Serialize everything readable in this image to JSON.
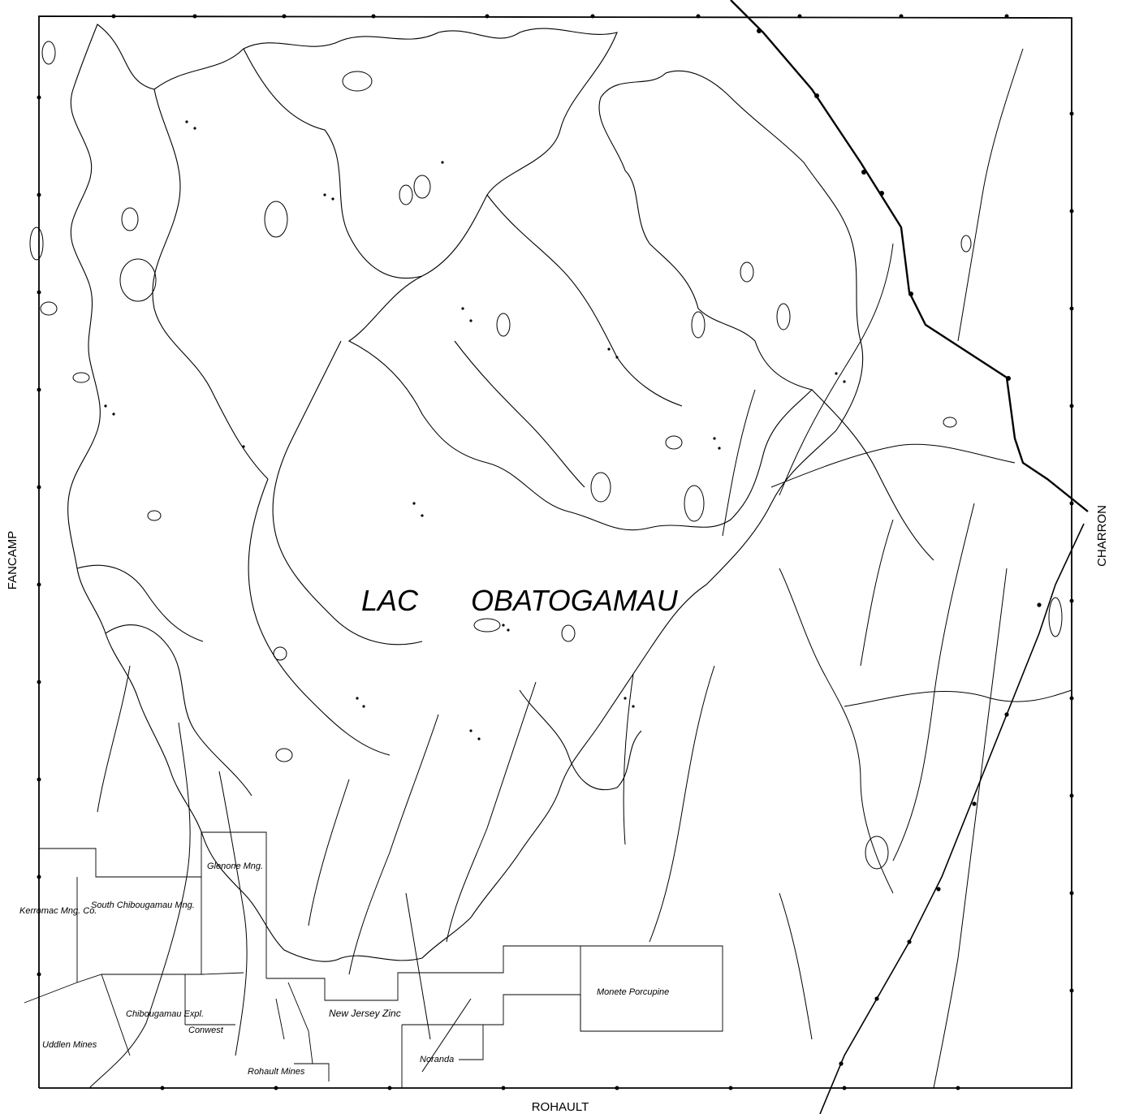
{
  "map": {
    "lake_label_first": "LAC",
    "lake_label_second": "OBATOGAMAU",
    "neighbours": {
      "west": "FANCAMP",
      "east": "CHARRON",
      "south": "ROHAULT"
    },
    "claims": [
      {
        "label": "Kerromac Mng. Co."
      },
      {
        "label": "South Chibougamau Mng."
      },
      {
        "label": "Glenone Mng."
      },
      {
        "label": "Chibougamau Expl."
      },
      {
        "label": "Uddlen Mines"
      },
      {
        "label": "Conwest"
      },
      {
        "label": "Rohault Mines"
      },
      {
        "label": "New Jersey Zinc"
      },
      {
        "label": "Noranda"
      },
      {
        "label": "Monete Porcupine"
      }
    ]
  }
}
